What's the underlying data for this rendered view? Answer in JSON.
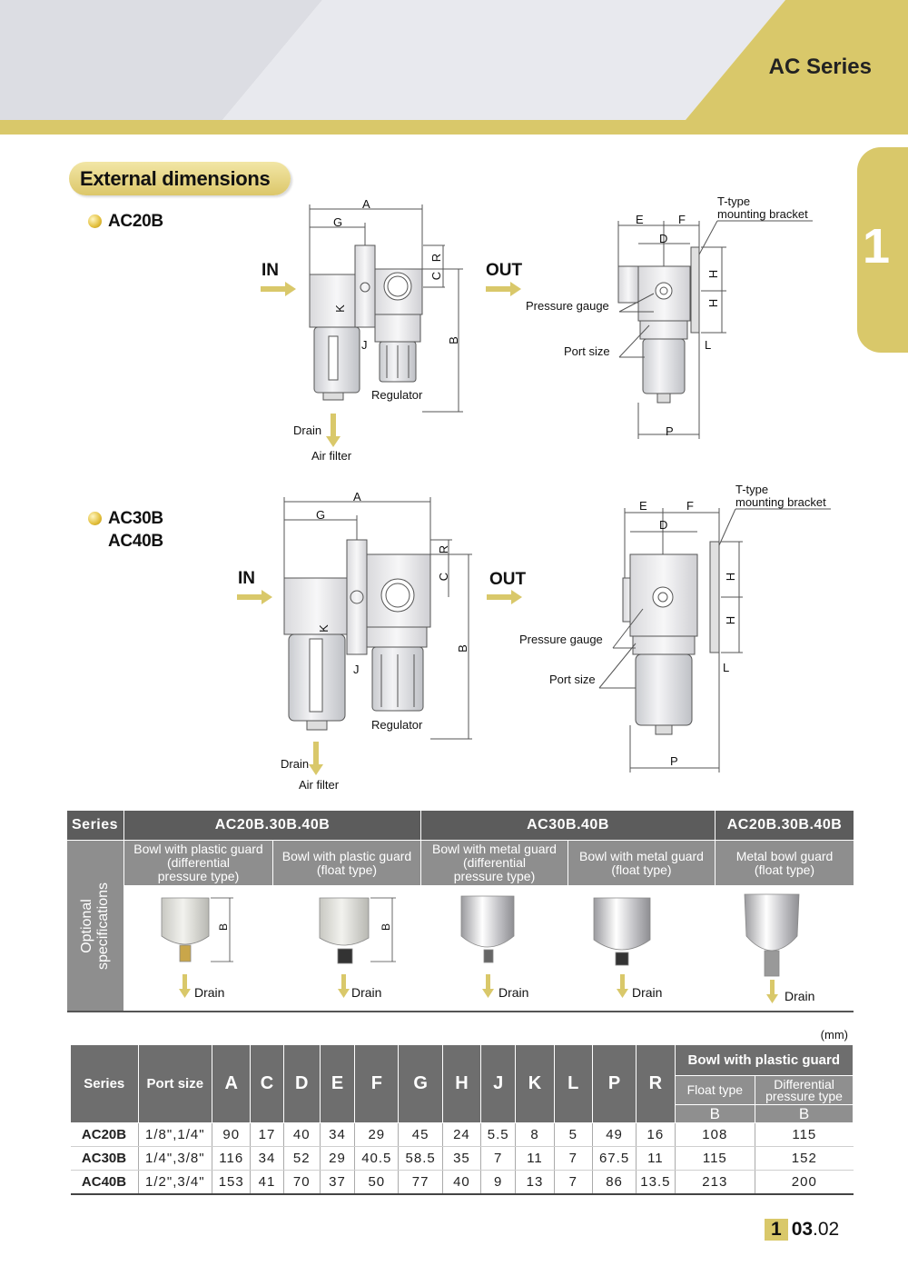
{
  "header": {
    "series_title": "AC Series",
    "section_title": "External dimensions",
    "chapter_tab": "1"
  },
  "drawings": {
    "top_model": "AC20B",
    "bottom_model_1": "AC30B",
    "bottom_model_2": "AC40B",
    "in_label": "IN",
    "out_label": "OUT",
    "regulator": "Regulator",
    "drain": "Drain",
    "air_filter": "Air filter",
    "pressure_gauge": "Pressure gauge",
    "port_size": "Port size",
    "bracket": "T-type\nmounting bracket",
    "dims": {
      "A": "A",
      "G": "G",
      "B": "B",
      "C": "C",
      "R": "R",
      "K": "K",
      "J": "J",
      "D": "D",
      "E": "E",
      "F": "F",
      "H": "H",
      "L": "L",
      "P": "P"
    }
  },
  "optional": {
    "series_label": "Series",
    "side_label": "Optional\nspecifications",
    "groups": [
      "AC20B.30B.40B",
      "AC30B.40B",
      "AC20B.30B.40B"
    ],
    "types": [
      "Bowl with plastic guard\n(differential\npressure type)",
      "Bowl with plastic guard\n(float type)",
      "Bowl with metal guard\n(differential\npressure type)",
      "Bowl with metal guard\n(float type)",
      "Metal bowl guard\n(float type)"
    ],
    "drain": "Drain",
    "dim_b": "B"
  },
  "dims_table": {
    "unit": "(mm)",
    "headers": {
      "series": "Series",
      "port": "Port size",
      "letters": [
        "A",
        "C",
        "D",
        "E",
        "F",
        "G",
        "H",
        "J",
        "K",
        "L",
        "P",
        "R"
      ],
      "group": "Bowl with plastic guard",
      "float": "Float type",
      "diff": "Differential\npressure type",
      "b": "B"
    },
    "rows": [
      [
        "AC20B",
        "1/8\",1/4\"",
        "90",
        "17",
        "40",
        "34",
        "29",
        "45",
        "24",
        "5.5",
        "8",
        "5",
        "49",
        "16",
        "108",
        "115"
      ],
      [
        "AC30B",
        "1/4\",3/8\"",
        "116",
        "34",
        "52",
        "29",
        "40.5",
        "58.5",
        "35",
        "7",
        "11",
        "7",
        "67.5",
        "11",
        "115",
        "152"
      ],
      [
        "AC40B",
        "1/2\",3/4\"",
        "153",
        "41",
        "70",
        "37",
        "50",
        "77",
        "40",
        "9",
        "13",
        "7",
        "86",
        "13.5",
        "213",
        "200"
      ]
    ]
  },
  "footer": {
    "chapter": "1",
    "page": "03",
    "sub": ".02"
  },
  "colors": {
    "gold": "#d9c86a",
    "header_gray": "#dcdde3",
    "table_dark": "#6e6e6e"
  }
}
